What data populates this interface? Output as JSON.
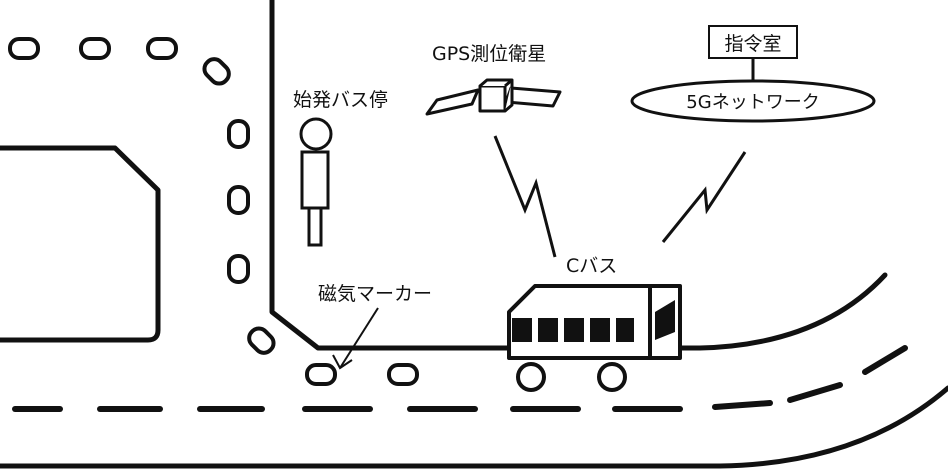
{
  "labels": {
    "bus_stop": "始発バス停",
    "satellite": "GPS測位衛星",
    "command_room": "指令室",
    "network": "5Gネットワーク",
    "bus": "Cバス",
    "magnetic_marker": "磁気マーカー"
  },
  "colors": {
    "line": "#111111",
    "background": "#ffffff"
  }
}
